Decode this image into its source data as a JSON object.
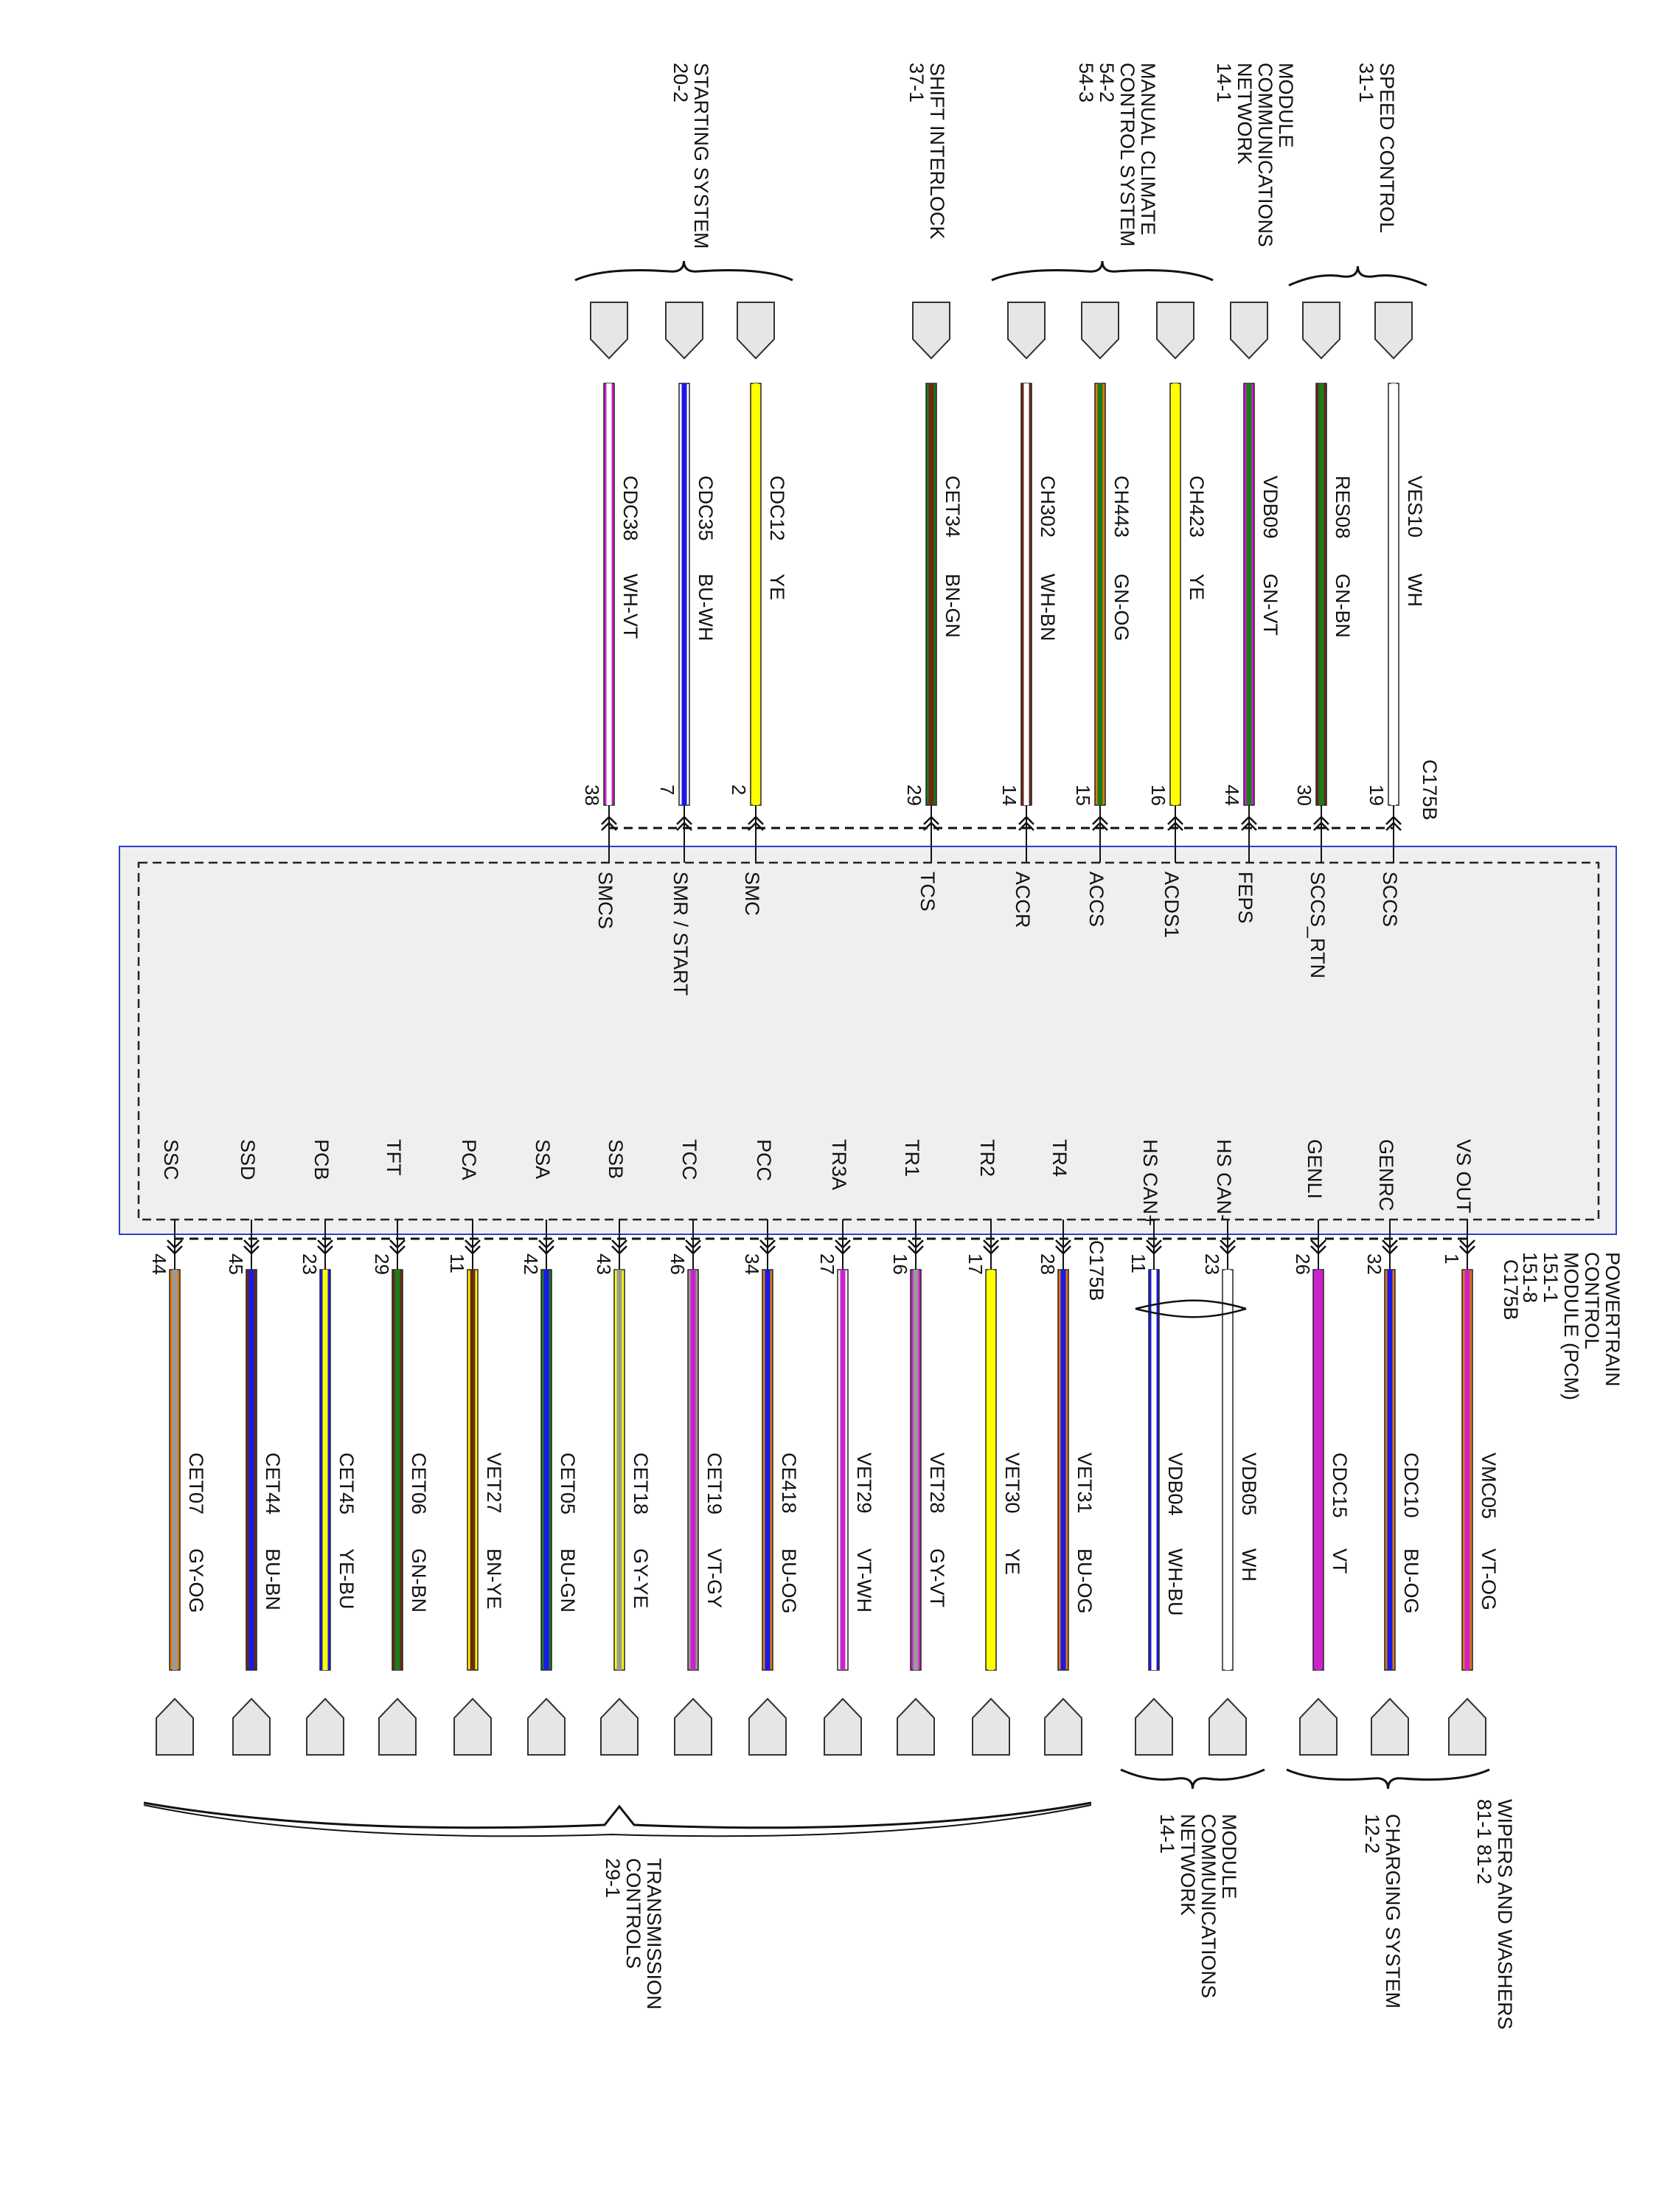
{
  "module": {
    "title_lines": [
      "POWERTRAIN",
      "CONTROL",
      "MODULE (PCM)",
      "151-1",
      "151-8"
    ],
    "connector": "C175B"
  },
  "colors": {
    "box_outline": "#2d3ecf",
    "box_fill": "#efefef",
    "YE": "#ffff00",
    "BU": "#1a1ae6",
    "WH": "#ffffff",
    "VT": "#cc22cc",
    "BN": "#6b2a14",
    "GN": "#1d7a1d",
    "OG": "#e07a10",
    "GY": "#9a9a9a",
    "BK": "#000000"
  },
  "top_groups": [
    {
      "id": "starting",
      "lines": [
        "STARTING SYSTEM",
        "20-2"
      ]
    },
    {
      "id": "shift",
      "lines": [
        "SHIFT INTERLOCK",
        "37-1"
      ]
    },
    {
      "id": "climate",
      "lines": [
        "MANUAL CLIMATE",
        "CONTROL SYSTEM",
        "54-2",
        "54-3"
      ]
    },
    {
      "id": "mcn_top",
      "lines": [
        "MODULE",
        "COMMUNICATIONS",
        "NETWORK",
        "14-1"
      ]
    },
    {
      "id": "speed",
      "lines": [
        "SPEED CONTROL",
        "31-1"
      ]
    }
  ],
  "bottom_groups": [
    {
      "id": "trans",
      "lines": [
        "TRANSMISSION",
        "CONTROLS",
        "29-1"
      ]
    },
    {
      "id": "mcn_bot",
      "lines": [
        "MODULE",
        "COMMUNICATIONS",
        "NETWORK",
        "14-1"
      ]
    },
    {
      "id": "charging",
      "lines": [
        "CHARGING SYSTEM",
        "12-2"
      ]
    },
    {
      "id": "wipers",
      "lines": [
        "WIPERS AND WASHERS",
        "81-1   81-2"
      ]
    }
  ],
  "top_wires": [
    {
      "signal": "SMCS",
      "pin": "38",
      "circuit": "CDC38",
      "color_code": "WH-VT",
      "c1": "WH",
      "c2": "VT"
    },
    {
      "signal": "SMR / START",
      "pin": "7",
      "circuit": "CDC35",
      "color_code": "BU-WH",
      "c1": "BU",
      "c2": "WH"
    },
    {
      "signal": "SMC",
      "pin": "2",
      "circuit": "CDC12",
      "color_code": "YE",
      "c1": "YE",
      "c2": ""
    },
    {
      "signal": "TCS",
      "pin": "29",
      "circuit": "CET34",
      "color_code": "BN-GN",
      "c1": "BN",
      "c2": "GN"
    },
    {
      "signal": "ACCR",
      "pin": "14",
      "circuit": "CH302",
      "color_code": "WH-BN",
      "c1": "WH",
      "c2": "BN"
    },
    {
      "signal": "ACCS",
      "pin": "15",
      "circuit": "CH443",
      "color_code": "GN-OG",
      "c1": "GN",
      "c2": "OG"
    },
    {
      "signal": "ACDS1",
      "pin": "16",
      "circuit": "CH423",
      "color_code": "YE",
      "c1": "YE",
      "c2": ""
    },
    {
      "signal": "FEPS",
      "pin": "44",
      "circuit": "VDB09",
      "color_code": "GN-VT",
      "c1": "GN",
      "c2": "VT"
    },
    {
      "signal": "SCCS_RTN",
      "pin": "30",
      "circuit": "RES08",
      "color_code": "GN-BN",
      "c1": "GN",
      "c2": "BN"
    },
    {
      "signal": "SCCS",
      "pin": "19",
      "circuit": "VES10",
      "color_code": "WH",
      "c1": "WH",
      "c2": ""
    }
  ],
  "bottom_wires": [
    {
      "signal": "SSC",
      "pin": "44",
      "circuit": "CET07",
      "color_code": "GY-OG",
      "c1": "GY",
      "c2": "OG"
    },
    {
      "signal": "SSD",
      "pin": "45",
      "circuit": "CET44",
      "color_code": "BU-BN",
      "c1": "BU",
      "c2": "BN"
    },
    {
      "signal": "PCB",
      "pin": "23",
      "circuit": "CET45",
      "color_code": "YE-BU",
      "c1": "YE",
      "c2": "BU"
    },
    {
      "signal": "TFT",
      "pin": "29",
      "circuit": "CET06",
      "color_code": "GN-BN",
      "c1": "GN",
      "c2": "BN"
    },
    {
      "signal": "PCA",
      "pin": "11",
      "circuit": "VET27",
      "color_code": "BN-YE",
      "c1": "BN",
      "c2": "YE"
    },
    {
      "signal": "SSA",
      "pin": "42",
      "circuit": "CET05",
      "color_code": "BU-GN",
      "c1": "BU",
      "c2": "GN"
    },
    {
      "signal": "SSB",
      "pin": "43",
      "circuit": "CET18",
      "color_code": "GY-YE",
      "c1": "GY",
      "c2": "YE"
    },
    {
      "signal": "TCC",
      "pin": "46",
      "circuit": "CET19",
      "color_code": "VT-GY",
      "c1": "VT",
      "c2": "GY"
    },
    {
      "signal": "PCC",
      "pin": "34",
      "circuit": "CE418",
      "color_code": "BU-OG",
      "c1": "BU",
      "c2": "OG"
    },
    {
      "signal": "TR3A",
      "pin": "27",
      "circuit": "VET29",
      "color_code": "VT-WH",
      "c1": "VT",
      "c2": "WH"
    },
    {
      "signal": "TR1",
      "pin": "16",
      "circuit": "VET28",
      "color_code": "GY-VT",
      "c1": "GY",
      "c2": "VT"
    },
    {
      "signal": "TR2",
      "pin": "17",
      "circuit": "VET30",
      "color_code": "YE",
      "c1": "YE",
      "c2": ""
    },
    {
      "signal": "TR4",
      "pin": "28",
      "circuit": "VET31",
      "color_code": "BU-OG",
      "c1": "BU",
      "c2": "OG"
    },
    {
      "signal": "HS CAN+",
      "pin": "11",
      "circuit": "VDB04",
      "color_code": "WH-BU",
      "c1": "WH",
      "c2": "BU"
    },
    {
      "signal": "HS CAN-",
      "pin": "23",
      "circuit": "VDB05",
      "color_code": "WH",
      "c1": "WH",
      "c2": ""
    },
    {
      "signal": "GENLI",
      "pin": "26",
      "circuit": "CDC15",
      "color_code": "VT",
      "c1": "VT",
      "c2": ""
    },
    {
      "signal": "GENRC",
      "pin": "32",
      "circuit": "CDC10",
      "color_code": "BU-OG",
      "c1": "BU",
      "c2": "OG"
    },
    {
      "signal": "VS OUT",
      "pin": "1",
      "circuit": "VMC05",
      "color_code": "VT-OG",
      "c1": "VT",
      "c2": "OG"
    }
  ]
}
